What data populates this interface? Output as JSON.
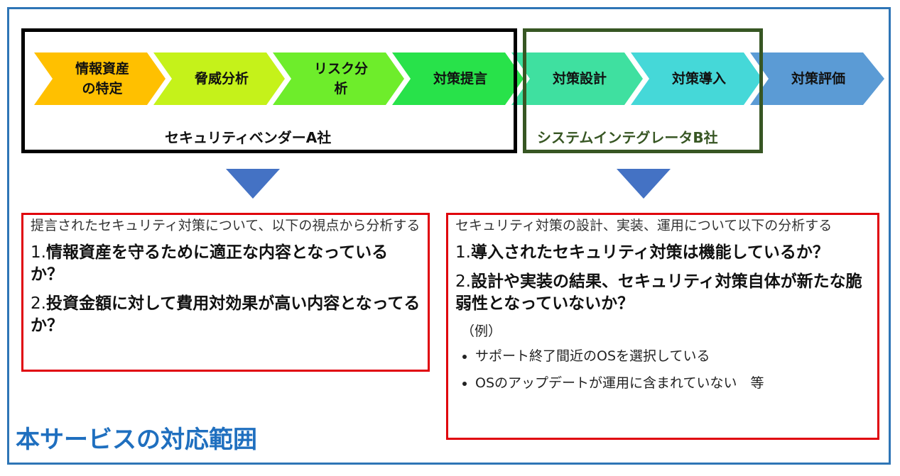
{
  "title": "本サービスの対応範囲",
  "steps": [
    {
      "line1": "情報資産",
      "line2": "の特定",
      "color": "#ffc000"
    },
    {
      "line1": "脅威分析",
      "line2": "",
      "color": "#c5f21a"
    },
    {
      "line1": "リスク分",
      "line2": "析",
      "color": "#6eed2b"
    },
    {
      "line1": "対策提言",
      "line2": "",
      "color": "#28e24a"
    },
    {
      "line1": "対策設計",
      "line2": "",
      "color": "#3fe0a0"
    },
    {
      "line1": "対策導入",
      "line2": "",
      "color": "#45d8d8"
    },
    {
      "line1": "対策評価",
      "line2": "",
      "color": "#5b9bd5"
    }
  ],
  "groups": {
    "a": {
      "label": "セキュリティベンダーA社"
    },
    "b": {
      "label": "システムインテグレータB社"
    }
  },
  "left_panel": {
    "intro": "提言されたセキュリティ対策について、以下の視点から分析する",
    "q1_num": "1.",
    "q1_text": "情報資産を守るために適正な内容となっているか？",
    "q2_num": "2.",
    "q2_text": "投資金額に対して費用対効果が高い内容となってるか？"
  },
  "right_panel": {
    "intro": "セキュリティ対策の設計、実装、運用について以下の分析する",
    "q1_num": "1.",
    "q1_text": "導入されたセキュリティ対策は機能しているか？",
    "q2_num": "2.",
    "q2_text": "設計や実装の結果、セキュリティ対策自体が新たな脆弱性となっていないか？",
    "example_label": "（例）",
    "bullets": [
      "サポート終了間近のOSを選択している",
      "OSのアップデートが運用に含まれていない　等"
    ]
  },
  "colors": {
    "frame": "#2e75b6",
    "group_a_border": "#000000",
    "group_b_border": "#375623",
    "panel_border": "#e0000b",
    "triangle": "#4472c4",
    "title": "#1f6fbf"
  }
}
